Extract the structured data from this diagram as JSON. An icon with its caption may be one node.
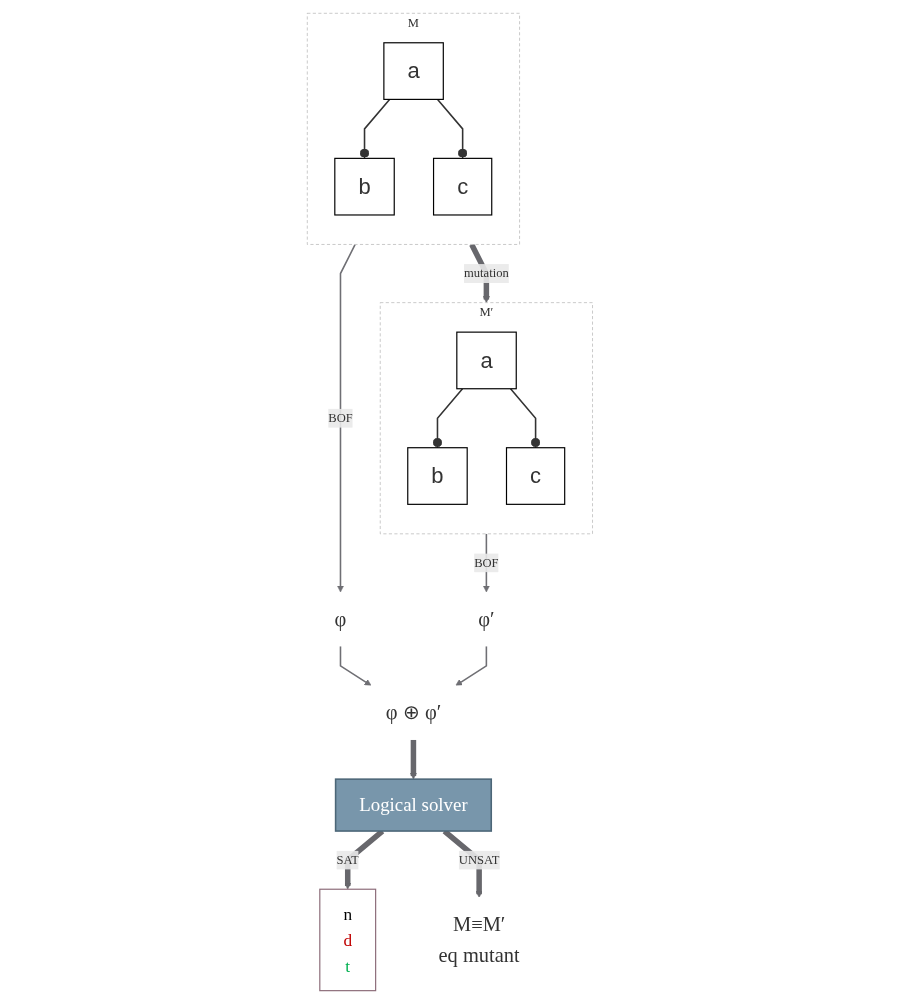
{
  "diagram": {
    "nodes": [
      {
        "text": [
          "M"
        ]
      },
      {
        "text": [
          "a"
        ],
        "in": 0
      },
      {
        "text": [
          "b"
        ],
        "in": 0
      },
      {
        "text": [
          "c"
        ],
        "in": 0
      },
      {
        "text": [
          "M′"
        ]
      },
      {
        "text": [
          "a"
        ],
        "in": 4
      },
      {
        "text": [
          "b"
        ],
        "in": 4
      },
      {
        "text": [
          "c"
        ],
        "in": 4
      },
      {
        "text": [
          "φ"
        ]
      },
      {
        "text": [
          "φ′"
        ]
      },
      {
        "text": [
          "φ ⊕ φ′"
        ]
      },
      {
        "text": [
          "Logical solver"
        ]
      },
      {
        "text": [
          "n",
          "d",
          "t"
        ]
      },
      {
        "text": [
          "M≡M′",
          "eq mutant"
        ]
      }
    ],
    "edges": [
      {
        "from": 0,
        "to": 4,
        "arrow": "to",
        "label": "mutation",
        "style": "thick",
        "color": "#67676c"
      },
      {
        "from": 1,
        "to": 2,
        "arrow": "other"
      },
      {
        "from": 1,
        "to": 3,
        "arrow": "other"
      },
      {
        "from": 5,
        "to": 6,
        "arrow": "other"
      },
      {
        "from": 5,
        "to": 7,
        "arrow": "other"
      },
      {
        "from": 0,
        "to": 8,
        "arrow": "to",
        "label": "BOF",
        "color": "#6f6f74"
      },
      {
        "from": 4,
        "to": 9,
        "arrow": "to",
        "label": "BOF",
        "color": "#6f6f74"
      },
      {
        "from": 8,
        "to": 10,
        "arrow": "to",
        "color": "#6f6f74"
      },
      {
        "from": 9,
        "to": 10,
        "arrow": "to",
        "color": "#6f6f74"
      },
      {
        "from": 10,
        "to": 11,
        "arrow": "to",
        "style": "thick",
        "color": "#67676c"
      },
      {
        "from": 11,
        "to": 12,
        "arrow": "to",
        "label": "SAT",
        "style": "thick",
        "color": "#67676c"
      },
      {
        "from": 11,
        "to": 13,
        "arrow": "to",
        "label": "UNSAT",
        "style": "thick",
        "color": "#67676c"
      }
    ]
  }
}
